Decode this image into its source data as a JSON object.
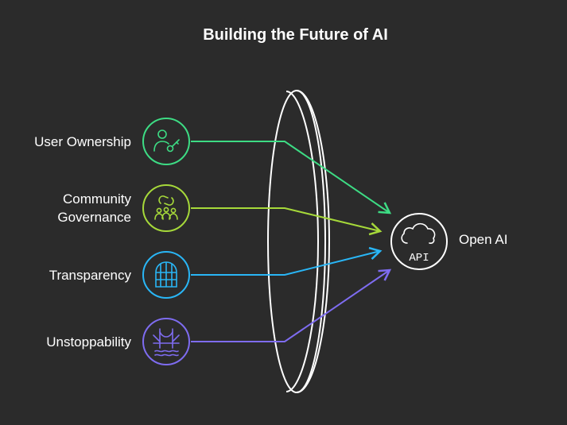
{
  "title": "Building the Future of AI",
  "inputs": [
    {
      "label": "User Ownership",
      "icon": "user-key-icon",
      "color": "#3ddc84"
    },
    {
      "label": "Community Governance",
      "label_line1": "Community",
      "label_line2": "Governance",
      "icon": "people-link-icon",
      "color": "#a6d93a"
    },
    {
      "label": "Transparency",
      "icon": "window-icon",
      "color": "#29b6f6"
    },
    {
      "label": "Unstoppability",
      "icon": "bridge-icon",
      "color": "#7e6cf0"
    }
  ],
  "target": {
    "label": "Open AI",
    "icon": "cloud-api-icon",
    "icon_text": "API",
    "color": "#ffffff"
  },
  "background": "#2b2b2b"
}
